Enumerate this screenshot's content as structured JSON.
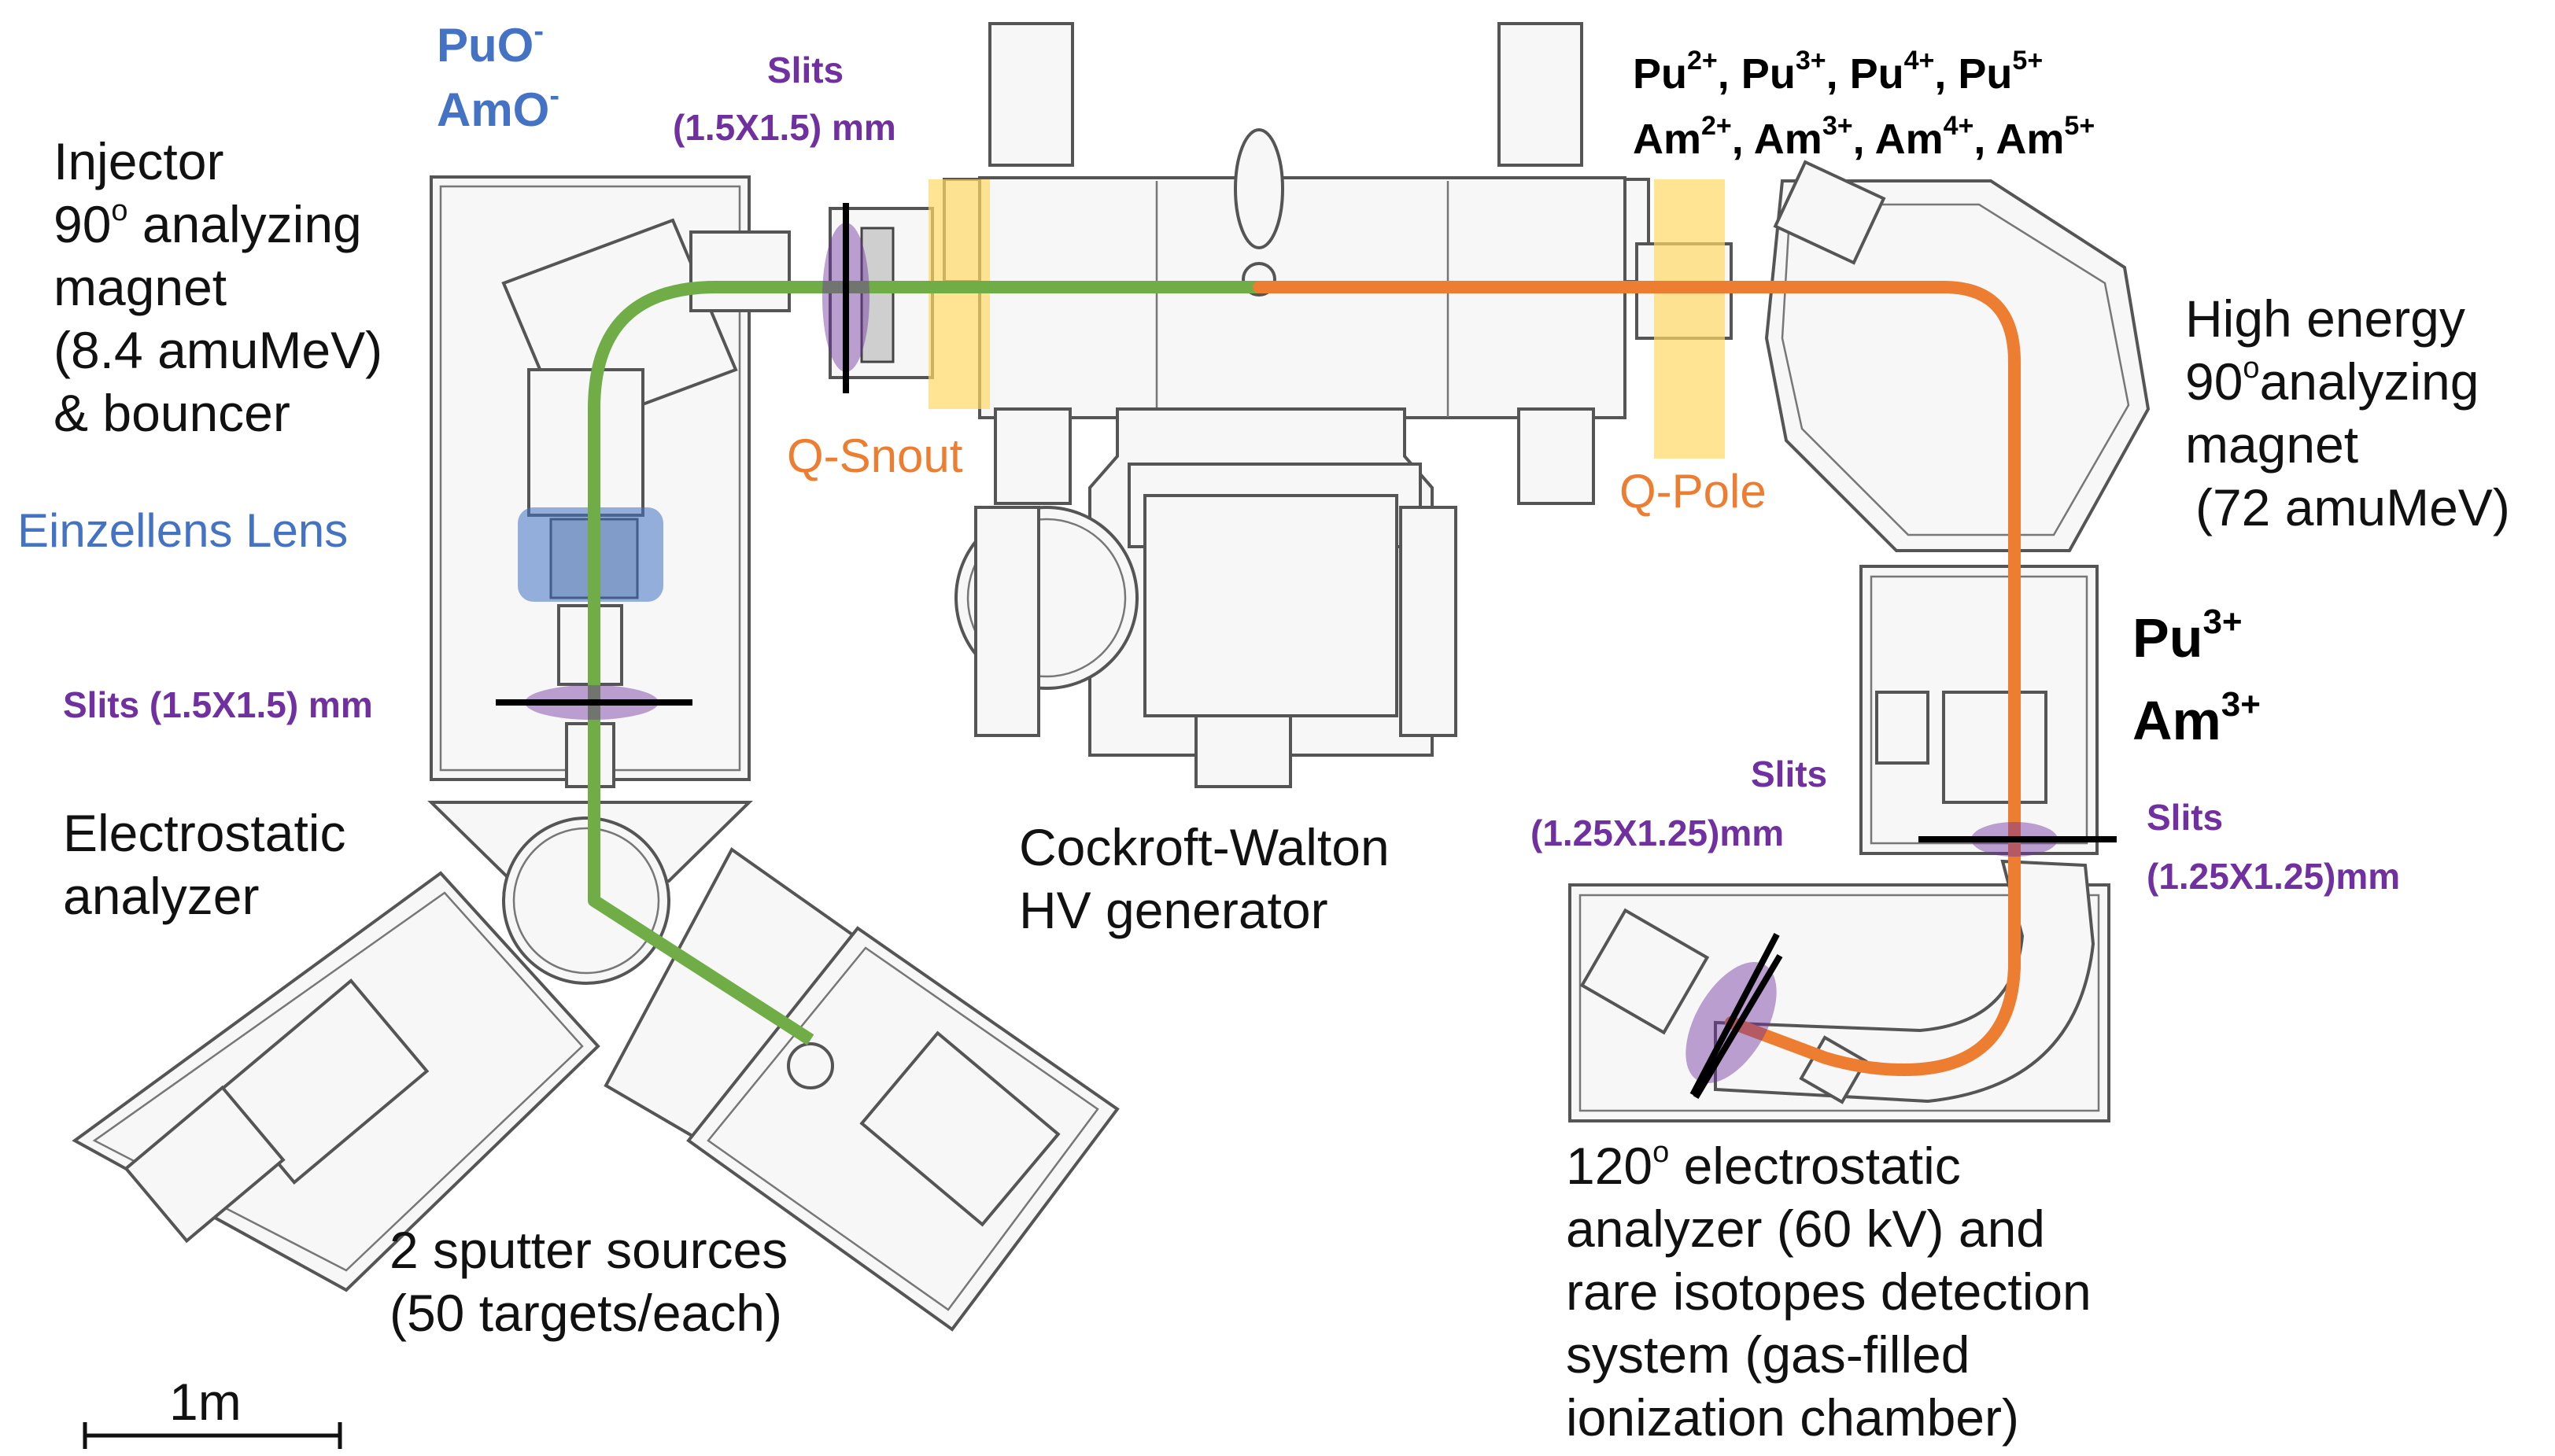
{
  "labels": {
    "ions_neg_1": "PuO",
    "ions_neg_2": "AmO",
    "neg_sup": "-",
    "injector_1": "Injector",
    "injector_2": "90",
    "injector_2b": " analyzing",
    "injector_3": "magnet",
    "injector_4": "(8.4 amuMeV)",
    "injector_5": "& bouncer",
    "einzel": "Einzellens Lens",
    "slits_left": "Slits (1.5X1.5) mm",
    "slits_top_1": "Slits",
    "slits_top_2": "(1.5X1.5) mm",
    "esa_1": "Electrostatic",
    "esa_2": "analyzer",
    "sputter_1": "2 sputter sources",
    "sputter_2": "(50 targets/each)",
    "scale": "1m",
    "qsnout": "Q-Snout",
    "qpole": "Q-Pole",
    "cw_1": "Cockroft-Walton",
    "cw_2": "HV generator",
    "he_1": "High energy",
    "he_2": "90",
    "he_2b": "analyzing",
    "he_3": "magnet",
    "he_4": "(72 amuMeV)",
    "pu": "Pu",
    "am": "Am",
    "c2": "2+",
    "c3": "3+",
    "c4": "4+",
    "c5": "5+",
    "slits_r1_1": "Slits",
    "slits_r1_2": "(1.25X1.25)mm",
    "slits_r2_1": "Slits",
    "slits_r2_2": "(1.25X1.25)mm",
    "det_1": "120",
    "det_1b": " electrostatic",
    "det_2": "analyzer (60 kV) and",
    "det_3": "rare isotopes detection",
    "det_4": "system (gas-filled",
    "det_5": "ionization chamber)",
    "pu3": "Pu",
    "am3": "Am",
    "deg": "o"
  },
  "colors": {
    "green_beam": "#70ad47",
    "orange_beam": "#ed7d31",
    "slit_purple": "#7030a0",
    "yellow_highlight": "#ffd966",
    "einzel_blue": "#4472c4"
  }
}
